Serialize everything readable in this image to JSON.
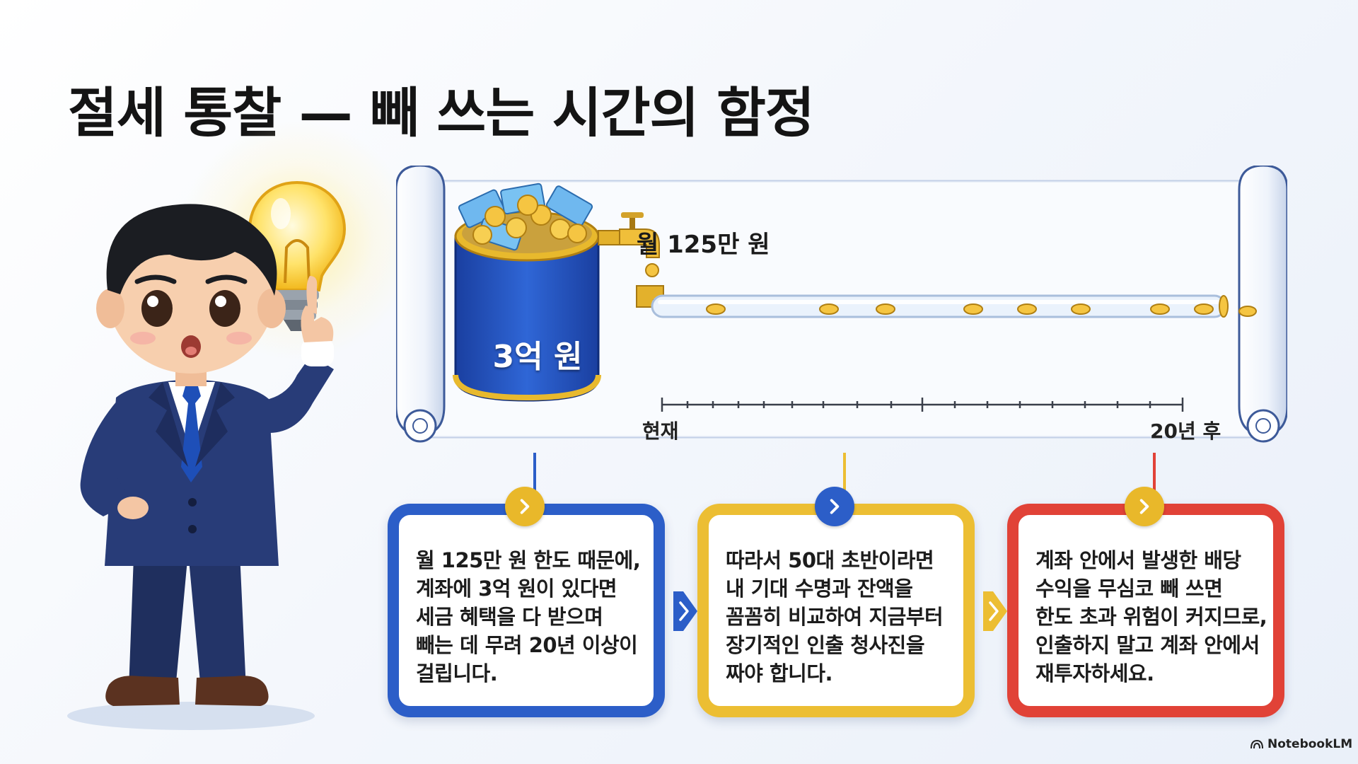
{
  "title": "절세 통찰 — 빼 쓰는 시간의 함정",
  "diagram": {
    "pot_label": "3억 원",
    "monthly_label": "월 125만 원",
    "timeline_start": "현재",
    "timeline_end": "20년 후"
  },
  "cards": [
    {
      "text": "월 125만 원 한도 때문에,\n계좌에 3억 원이 있다면\n세금 혜택을 다 받으며\n빼는 데 무려 20년 이상이\n걸립니다.",
      "color": "#2c5ec8"
    },
    {
      "text": "따라서 50대 초반이라면\n내 기대 수명과 잔액을\n꼼꼼히 비교하여 지금부터\n장기적인 인출 청사진을\n짜야 합니다.",
      "color": "#ecbe33"
    },
    {
      "text": "계좌 안에서 발생한 배당\n수익을 무심코 빼 쓰면\n한도 초과 위험이 커지므로,\n인출하지 말고 계좌 안에서\n재투자하세요.",
      "color": "#e14237"
    }
  ],
  "brand": "NotebookLM",
  "icons": {
    "badge": "chevron-right-icon",
    "person": "businessman-illustration",
    "bulb": "lightbulb-icon",
    "pot": "money-pot-illustration",
    "faucet": "faucet-icon",
    "coin": "coin-icon"
  }
}
